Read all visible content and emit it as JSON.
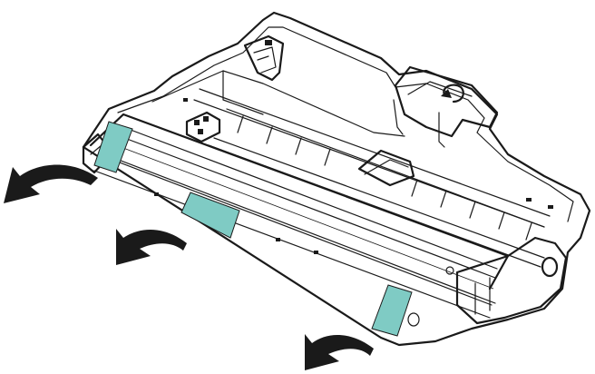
{
  "figure": {
    "subject": "drum unit",
    "tape_color": "#7fcbc4",
    "line_color": "#1a1a1a",
    "background": "#ffffff",
    "tape_count": 3,
    "arrow_count": 3,
    "icons": [
      "arrow-left-curved-icon",
      "rotate-arrow-icon"
    ]
  }
}
